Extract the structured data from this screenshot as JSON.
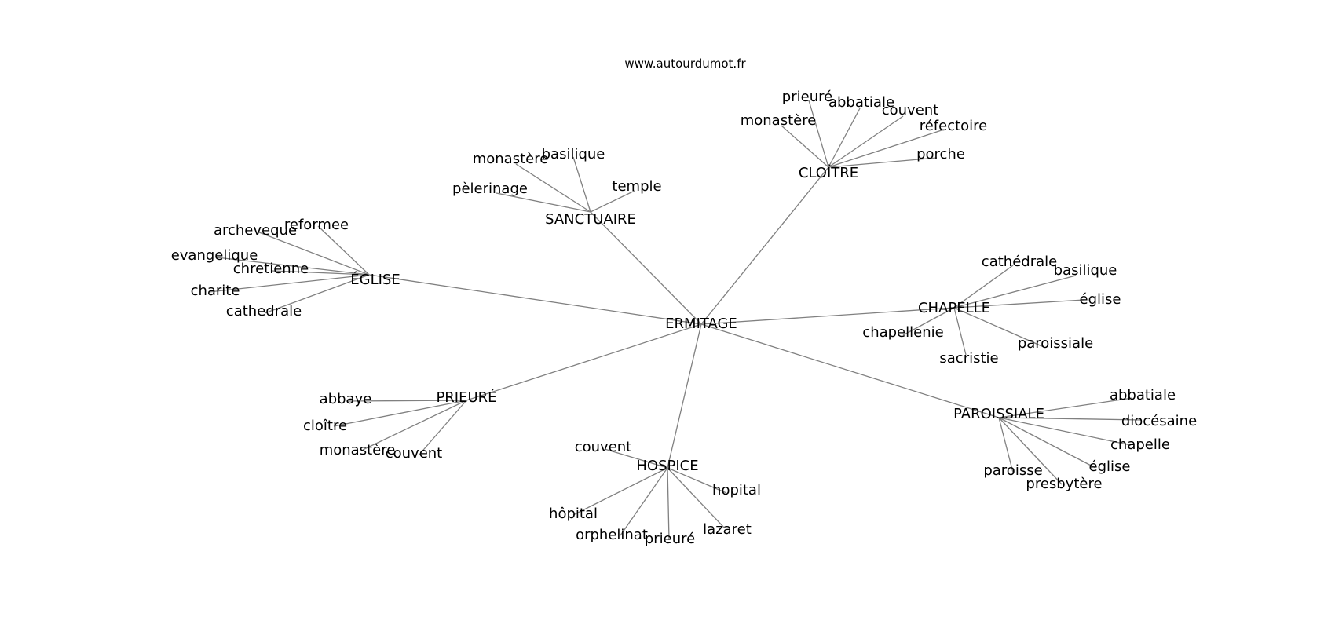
{
  "site": "www.autourdumot.fr",
  "center": "ERMITAGE",
  "clusters": [
    {
      "label": "CLOÎTRE",
      "words": [
        "prieuré",
        "abbatiale",
        "couvent",
        "monastère",
        "réfectoire",
        "porche"
      ]
    },
    {
      "label": "SANCTUAIRE",
      "words": [
        "basilique",
        "monastère",
        "temple",
        "pèlerinage"
      ]
    },
    {
      "label": "ÉGLISE",
      "words": [
        "reformee",
        "archeveque",
        "evangelique",
        "chretienne",
        "charite",
        "cathedrale"
      ]
    },
    {
      "label": "CHAPELLE",
      "words": [
        "cathédrale",
        "basilique",
        "église",
        "chapellenie",
        "paroissiale",
        "sacristie"
      ]
    },
    {
      "label": "PRIEURÉ",
      "words": [
        "abbaye",
        "cloître",
        "monastère",
        "couvent"
      ]
    },
    {
      "label": "HOSPICE",
      "words": [
        "couvent",
        "hopital",
        "hôpital",
        "lazaret",
        "orphelinat",
        "prieuré"
      ]
    },
    {
      "label": "PAROISSIALE",
      "words": [
        "abbatiale",
        "diocésaine",
        "chapelle",
        "église",
        "paroisse",
        "presbytère"
      ]
    }
  ]
}
